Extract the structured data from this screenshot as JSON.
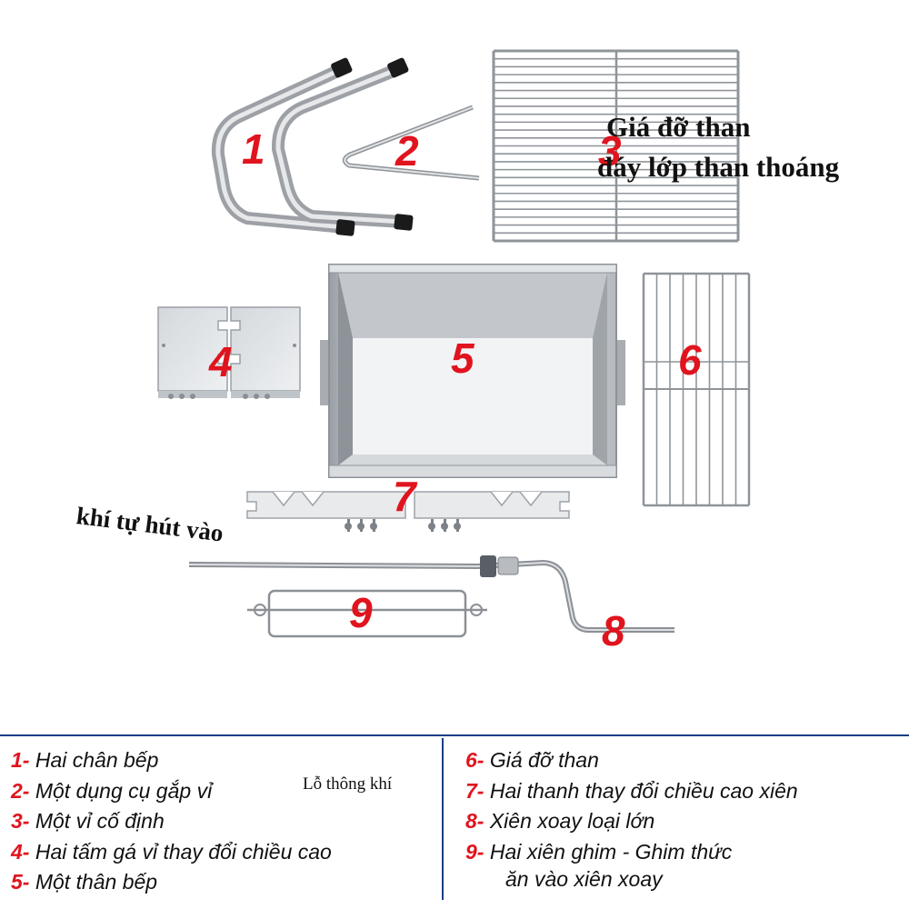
{
  "parts": [
    {
      "num": "1"
    },
    {
      "num": "2"
    },
    {
      "num": "3"
    },
    {
      "num": "4"
    },
    {
      "num": "5"
    },
    {
      "num": "6"
    },
    {
      "num": "7"
    },
    {
      "num": "8"
    },
    {
      "num": "9"
    }
  ],
  "annotations": {
    "coal_rack_line1": "Giá đỡ than",
    "coal_rack_line2": "đáy lớp than thoáng",
    "air_intake": "khí tự hút vào",
    "vent_hole": "Lỗ thông khí"
  },
  "legend": {
    "left": [
      {
        "num": "1-",
        "text": "Hai chân bếp"
      },
      {
        "num": "2-",
        "text": "Một dụng cụ gắp vỉ"
      },
      {
        "num": "3-",
        "text": "Một vỉ cố định"
      },
      {
        "num": "4-",
        "text": "Hai tấm gá vỉ thay đổi chiều cao"
      },
      {
        "num": "5-",
        "text": "Một thân bếp"
      }
    ],
    "right": [
      {
        "num": "6-",
        "text": "Giá đỡ than"
      },
      {
        "num": "7-",
        "text": "Hai thanh thay đổi chiều cao xiên"
      },
      {
        "num": "8-",
        "text": "Xiên xoay loại lớn"
      },
      {
        "num": "9-",
        "text": "Hai xiên ghim - Ghim thức",
        "cont": "ăn vào xiên xoay"
      }
    ]
  },
  "colors": {
    "number_red": "#e0141e",
    "legend_blue": "#1b3d85",
    "steel": "#a7abb0",
    "cap": "#1a1a1a"
  }
}
